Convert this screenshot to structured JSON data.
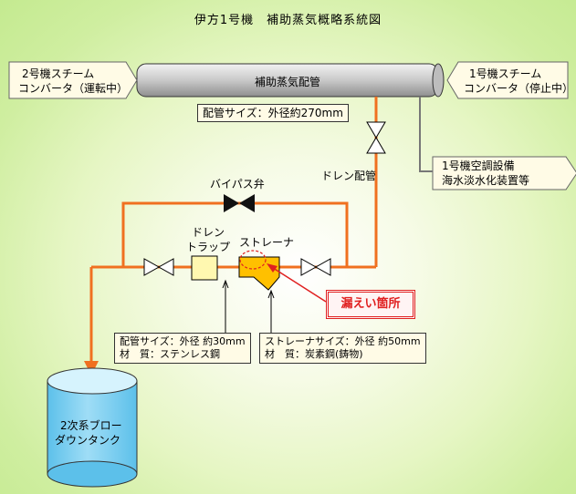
{
  "title": "伊方1号機　補助蒸気概略系統図",
  "header_pipe": "補助蒸気配管",
  "pipe_size": "配管サイズ：外径約270mm",
  "unit2_converter": [
    "2号機スチーム",
    "コンバータ（運転中）"
  ],
  "unit1_converter": [
    "1号機スチーム",
    "コンバータ（停止中）"
  ],
  "seawater_equipment": [
    "1号機空調設備",
    "海水淡水化装置等"
  ],
  "drain_pipe": "ドレン配管",
  "bypass_valve": "バイパス弁",
  "drain_trap": [
    "ドレン",
    "トラップ"
  ],
  "strainer": "ストレーナ",
  "leak_point": "漏えい箇所",
  "trap_spec": [
    "配管サイズ：外径 約30mm",
    "材　質：ステンレス鋼"
  ],
  "strainer_spec": [
    "ストレーナサイズ：外径 約50mm",
    "材　質：炭素鋼(鋳物)"
  ],
  "tank": [
    "2次系ブロー",
    "ダウンタンク"
  ],
  "colors": {
    "pipe": "#f07020",
    "header_fill": "#c8c8c8",
    "strainer": "#ffc000",
    "leak": "#e02020",
    "tank_top": "#bde8f8",
    "tank_body": "#78cff0"
  }
}
